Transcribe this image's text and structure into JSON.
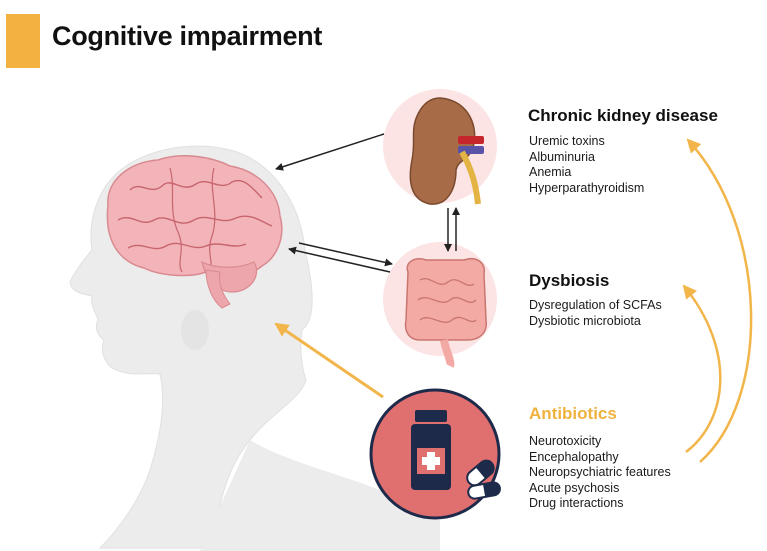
{
  "title": "Cognitive impairment",
  "colors": {
    "accent": "#f3b13f",
    "antibiotics_heading": "#f0b23e",
    "circle_fill": "#fbe4e3",
    "pill_circle": "#e06f6f",
    "brain": "#f2b4b8"
  },
  "nodes": [
    {
      "id": "ckd",
      "heading": "Chronic kidney disease",
      "items": [
        "Uremic toxins",
        "Albuminuria",
        "Anemia",
        "Hyperparathyroidism"
      ],
      "icon": "kidney-icon"
    },
    {
      "id": "dysbiosis",
      "heading": "Dysbiosis",
      "items": [
        "Dysregulation of SCFAs",
        "Dysbiotic microbiota"
      ],
      "icon": "intestine-icon"
    },
    {
      "id": "antibiotics",
      "heading": "Antibiotics",
      "items": [
        "Neurotoxicity",
        "Encephalopathy",
        "Neuropsychiatric features",
        "Acute psychosis",
        "Drug interactions"
      ],
      "icon": "medicine-bottle-icon"
    }
  ]
}
